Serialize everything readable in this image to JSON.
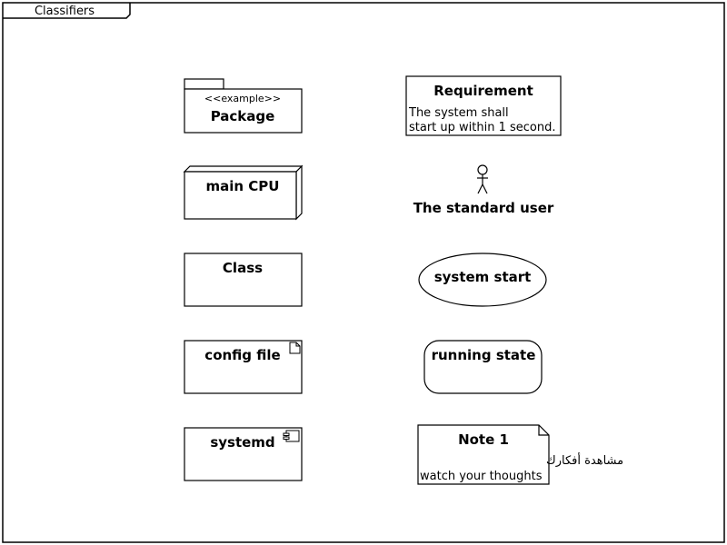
{
  "frame": {
    "title": "Classifiers"
  },
  "package": {
    "stereotype": "<<example>>",
    "name": "Package"
  },
  "node": {
    "name": "main CPU"
  },
  "class": {
    "name": "Class"
  },
  "artifact": {
    "name": "config file"
  },
  "component": {
    "name": "systemd"
  },
  "requirement": {
    "title": "Requirement",
    "text_line1": "The system shall",
    "text_line2": "start up within 1 second."
  },
  "actor": {
    "name": "The standard user"
  },
  "usecase": {
    "name": "system start"
  },
  "state": {
    "name": "running state"
  },
  "note": {
    "title": "Note 1",
    "line_arabic": "مشاهدة أفكارك",
    "line_english": "watch your thoughts"
  }
}
